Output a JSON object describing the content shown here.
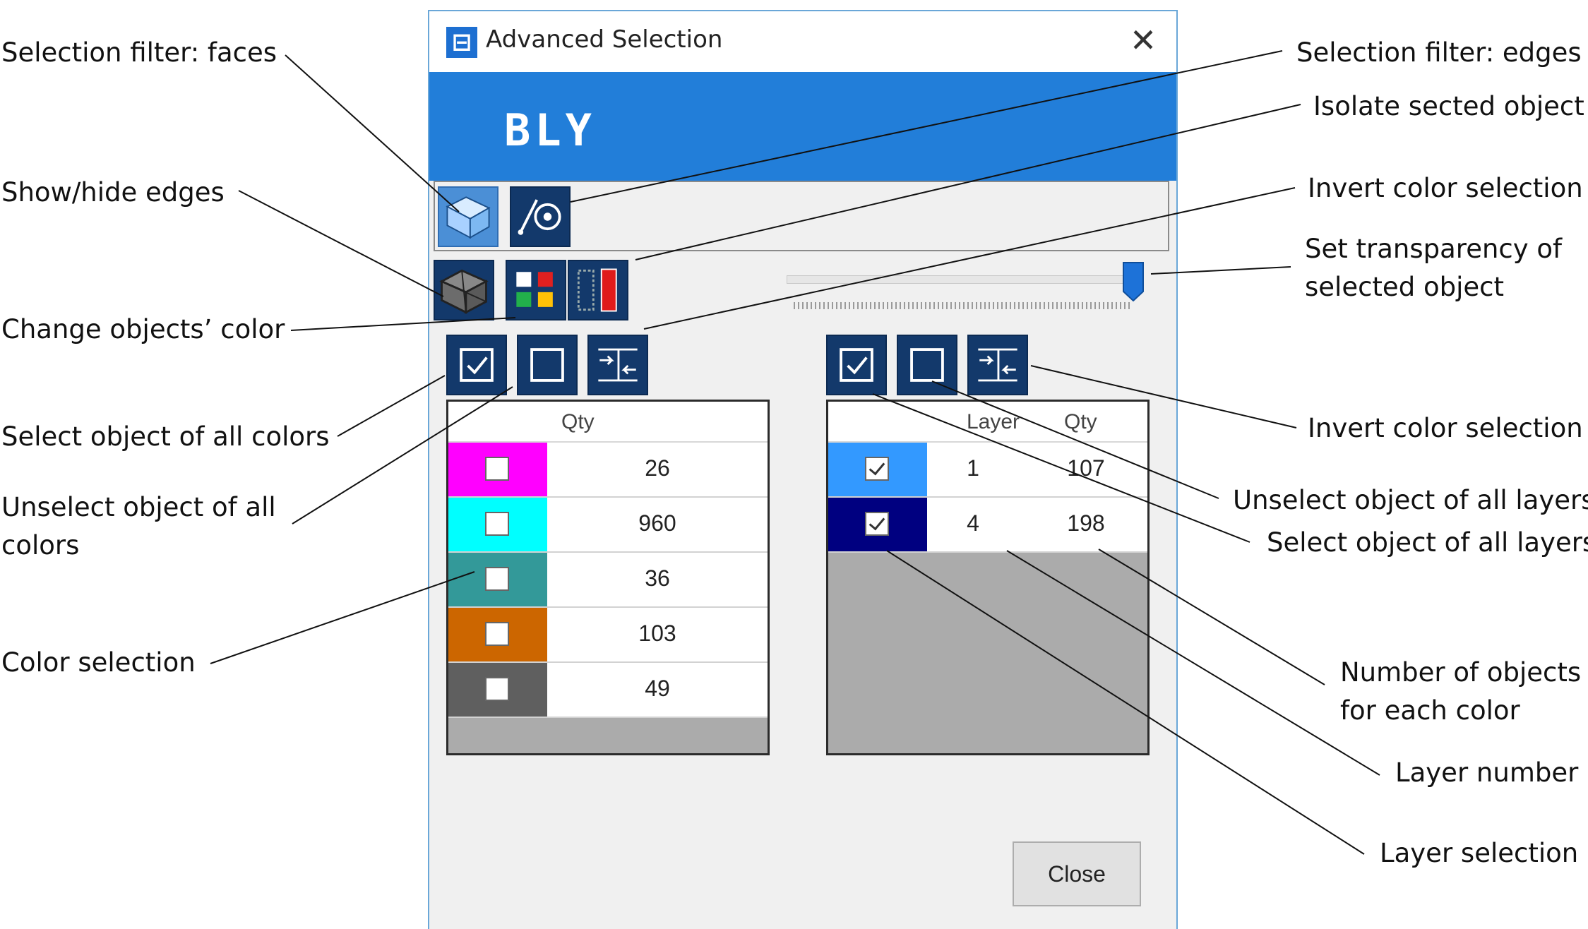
{
  "window": {
    "title": "Advanced Selection",
    "app_icon": "app-logo-icon",
    "logo": "BLY",
    "close_label": "Close"
  },
  "colors": {
    "banner": "#227ed9",
    "button": "#13396b",
    "button_selected": "#4b8fd6"
  },
  "toolbar": {
    "filter_faces_icon": "box-faces-icon",
    "filter_edges_icon": "edge-vertex-icon",
    "show_edges_icon": "wireframe-box-icon",
    "change_color_icon": "color-grid-icon",
    "isolate_icon": "isolate-object-icon",
    "check_all_icon": "checkbox-checked-icon",
    "uncheck_all_icon": "checkbox-empty-icon",
    "invert_icon": "invert-selection-icon"
  },
  "transparency": {
    "level": 0.96
  },
  "color_grid": {
    "header_qty": "Qty",
    "rows": [
      {
        "color": "#ff00ff",
        "checked": false,
        "qty": "26"
      },
      {
        "color": "#00ffff",
        "checked": false,
        "qty": "960"
      },
      {
        "color": "#339999",
        "checked": false,
        "qty": "36"
      },
      {
        "color": "#cc6600",
        "checked": false,
        "qty": "103"
      },
      {
        "color": "#5f5f5f",
        "checked": false,
        "qty": "49"
      }
    ]
  },
  "layer_grid": {
    "header_layer": "Layer",
    "header_qty": "Qty",
    "rows": [
      {
        "color": "#3399ff",
        "checked": true,
        "layer": "1",
        "qty": "107"
      },
      {
        "color": "#000080",
        "checked": true,
        "layer": "4",
        "qty": "198"
      }
    ]
  },
  "annotations": {
    "sel_faces": "Selection filter: faces",
    "show_hide_edges": "Show/hide edges",
    "change_color": "Change objects’ color",
    "select_all_colors": "Select object of all colors",
    "unselect_all_colors_1": "Unselect object of all",
    "unselect_all_colors_2": "colors",
    "color_selection": "Color selection",
    "sel_edges": "Selection filter: edges",
    "isolate": "Isolate sected object",
    "invert_color_1": "Invert color selection",
    "transparency_1": "Set transparency of",
    "transparency_2": "selected object",
    "invert_color_2": "Invert color selection",
    "unselect_all_layers": "Unselect object of all layers",
    "select_all_layers": "Select object of all layers",
    "num_objects_1": "Number of objects",
    "num_objects_2": "for each color",
    "layer_number": "Layer number",
    "layer_selection": "Layer selection"
  }
}
